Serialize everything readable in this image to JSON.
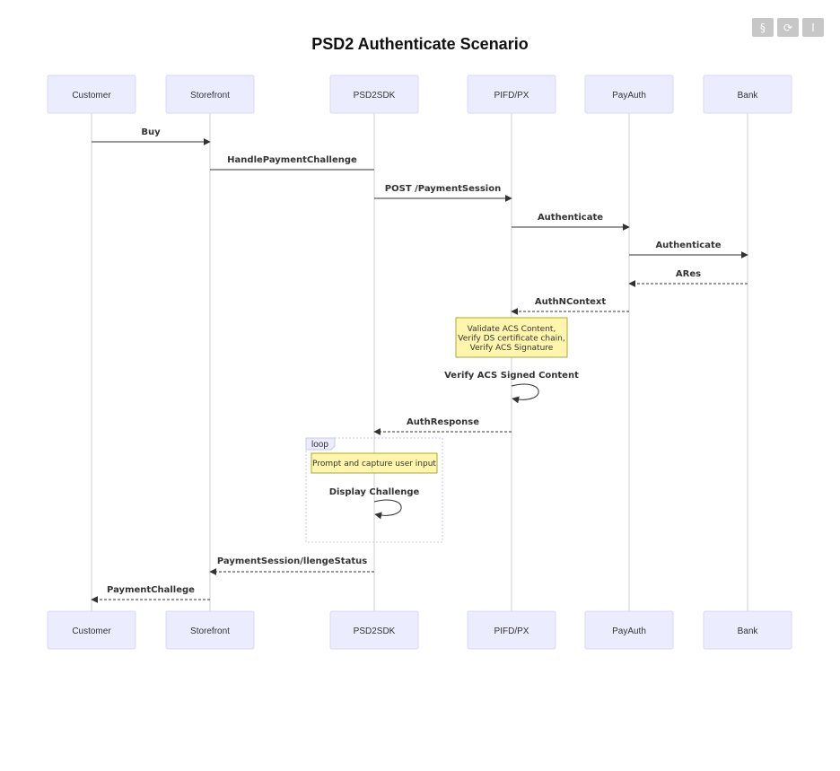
{
  "title": "PSD2 Authenticate Scenario",
  "toolbar": [
    {
      "name": "section-button",
      "icon": "section-icon",
      "glyph": "§"
    },
    {
      "name": "refresh-button",
      "icon": "refresh-icon",
      "glyph": "⟳"
    },
    {
      "name": "info-button",
      "icon": "info-icon",
      "glyph": "I"
    }
  ],
  "actors": [
    "Customer",
    "Storefront",
    "PSD2SDK",
    "PIFD/PX",
    "PayAuth",
    "Bank"
  ],
  "messages": [
    {
      "from": 0,
      "to": 1,
      "label": "Buy",
      "style": "solid",
      "arrow": true
    },
    {
      "from": 1,
      "to": 2,
      "label": "HandlePaymentChallenge",
      "style": "solid",
      "arrow": false
    },
    {
      "from": 2,
      "to": 3,
      "label": "POST /PaymentSession",
      "style": "solid",
      "arrow": true
    },
    {
      "from": 3,
      "to": 4,
      "label": "Authenticate",
      "style": "solid",
      "arrow": true
    },
    {
      "from": 4,
      "to": 5,
      "label": "Authenticate",
      "style": "solid",
      "arrow": true
    },
    {
      "from": 5,
      "to": 4,
      "label": "ARes",
      "style": "dashed",
      "arrow": true
    },
    {
      "from": 4,
      "to": 3,
      "label": "AuthNContext",
      "style": "dashed",
      "arrow": true
    },
    {
      "from": 3,
      "to": 3,
      "label": "Verify ACS Signed Content",
      "style": "solid",
      "arrow": true
    },
    {
      "from": 3,
      "to": 2,
      "label": "AuthResponse",
      "style": "dashed",
      "arrow": true
    },
    {
      "from": 2,
      "to": 2,
      "label": "Display Challenge",
      "style": "solid",
      "arrow": true
    },
    {
      "from": 2,
      "to": 1,
      "label": "PaymentSession/llengeStatus",
      "style": "dashed",
      "arrow": true
    },
    {
      "from": 1,
      "to": 0,
      "label": "PaymentChallege",
      "style": "dashed",
      "arrow": true
    }
  ],
  "notes": [
    {
      "over": 3,
      "lines": [
        "Validate ACS Content,",
        "Verify DS certificate chain,",
        "Verify ACS Signature"
      ]
    },
    {
      "over": 2,
      "lines": [
        "Prompt and capture user input"
      ]
    }
  ],
  "loop": {
    "label": "loop",
    "over": 2
  },
  "colors": {
    "actor_fill": "#ececff",
    "actor_border": "#d9d9f5",
    "note_fill": "#fff5ad",
    "note_border": "#aaaa33",
    "line": "#333333",
    "lifeline": "#cfcfcf",
    "toolbar_button": "#c7c7c7"
  }
}
